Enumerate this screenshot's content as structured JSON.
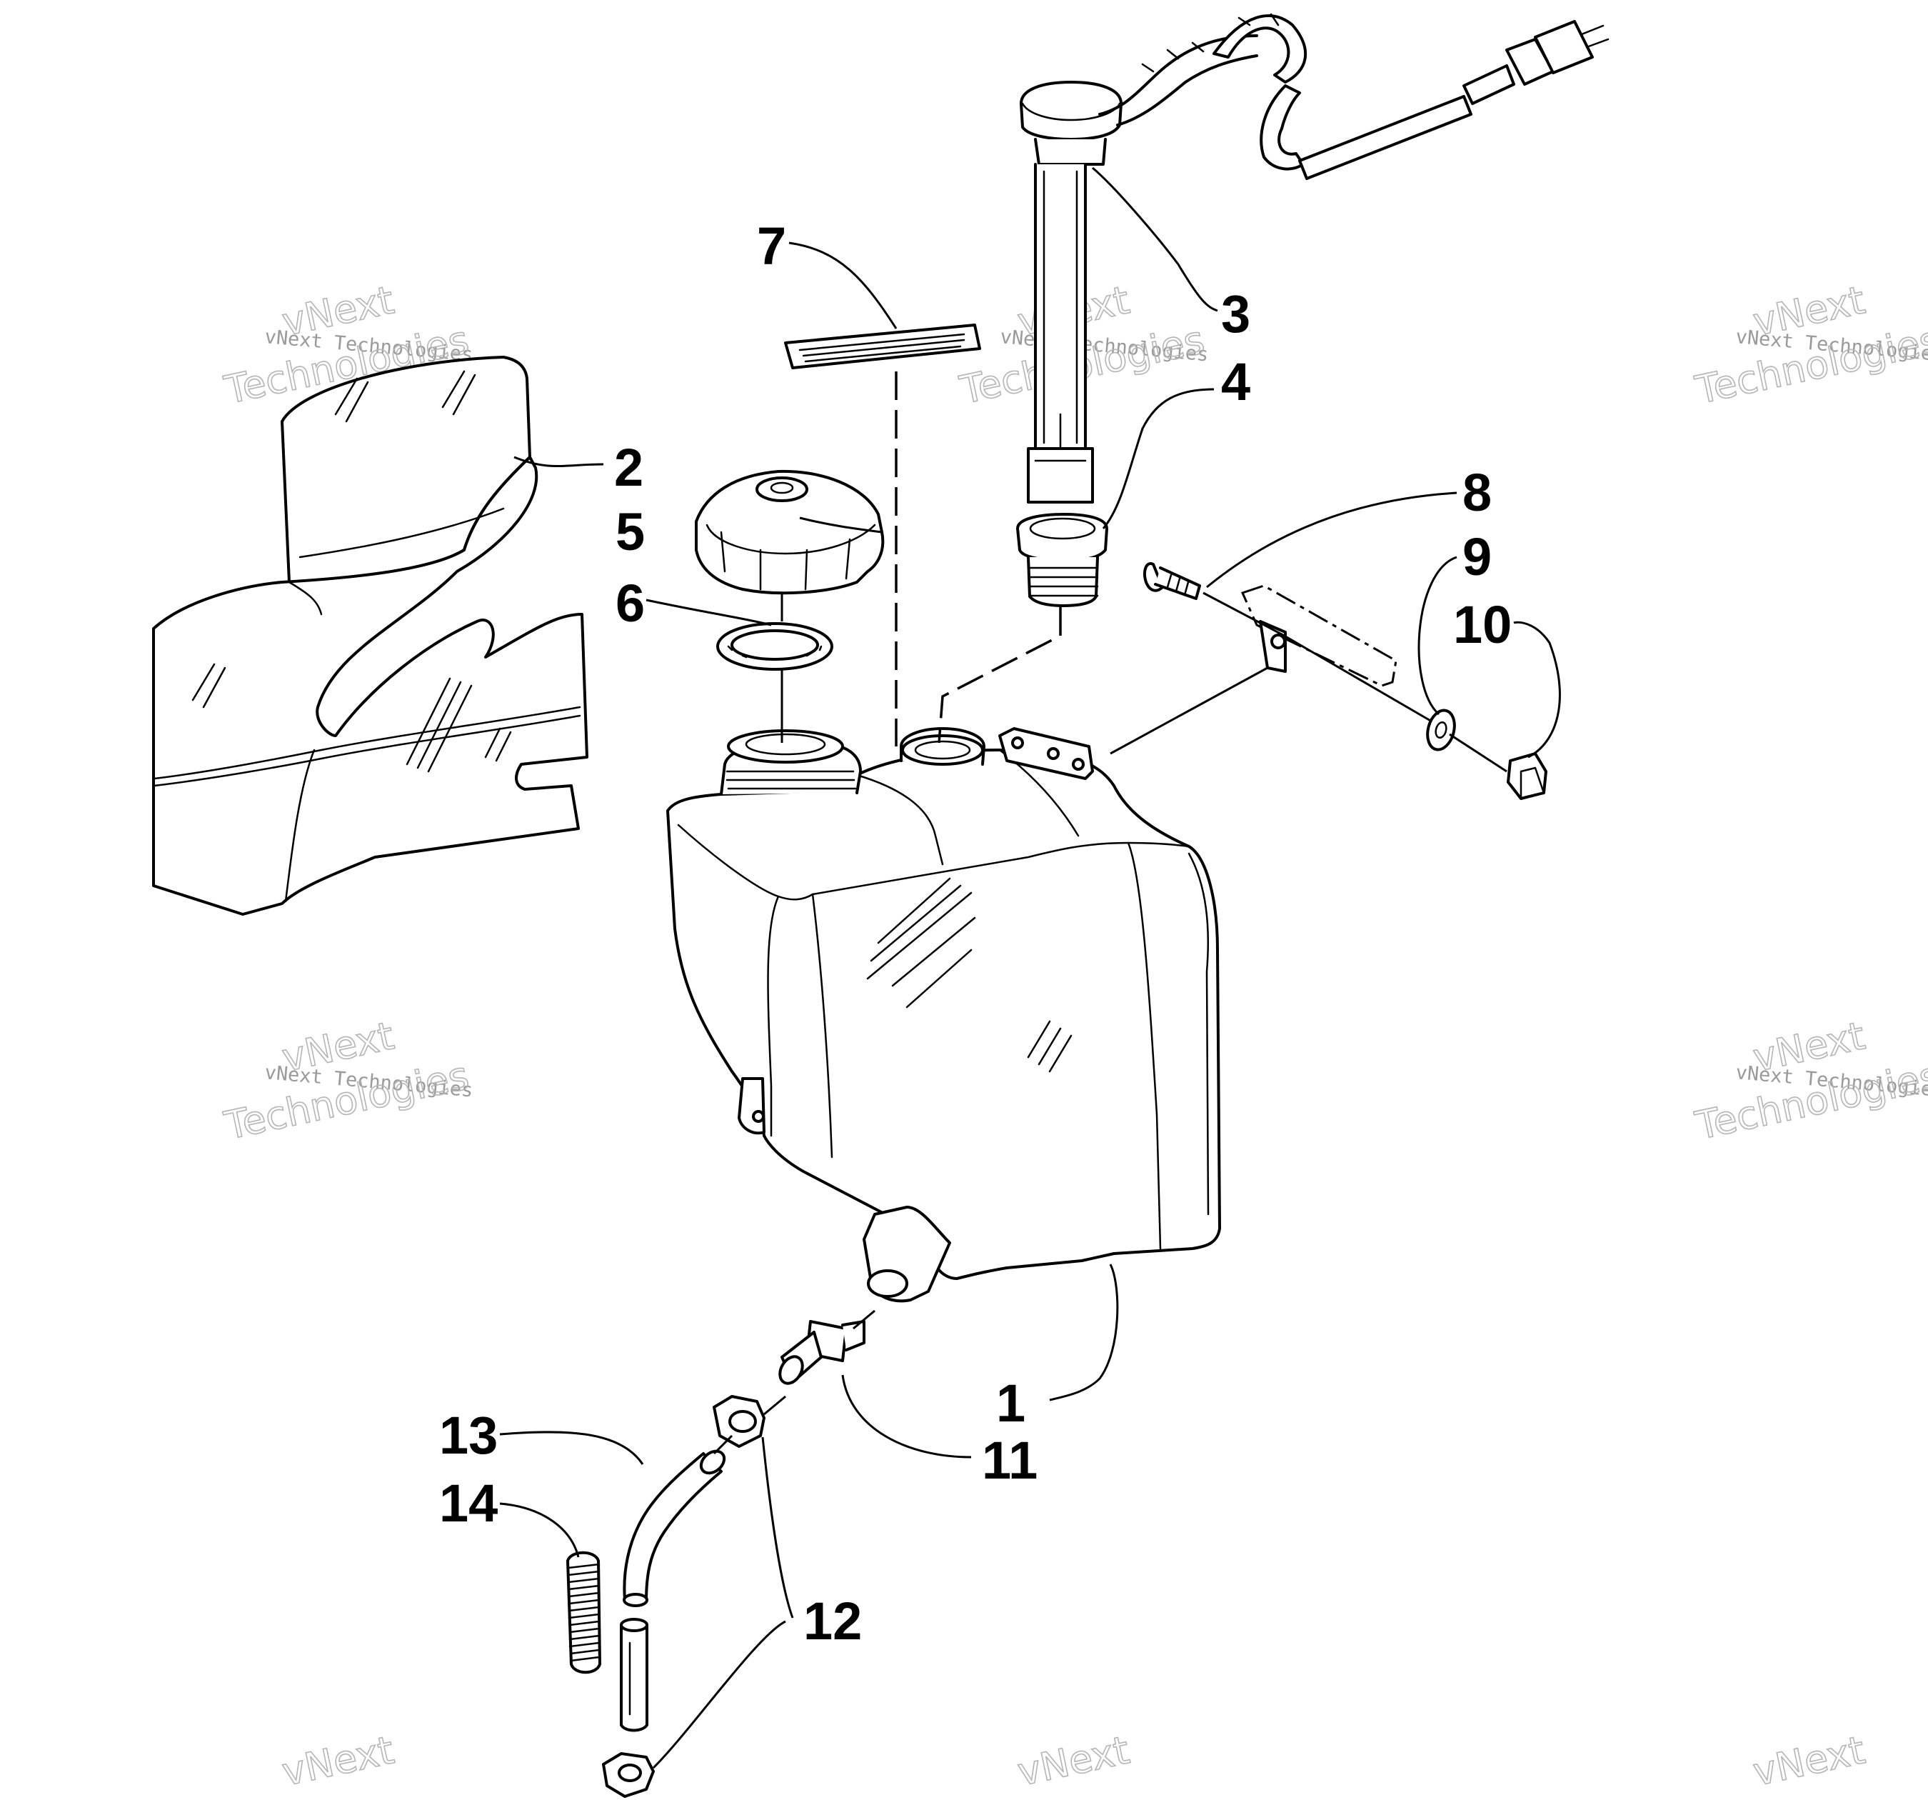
{
  "callouts": [
    {
      "id": "1",
      "label": "1"
    },
    {
      "id": "2",
      "label": "2"
    },
    {
      "id": "3",
      "label": "3"
    },
    {
      "id": "4",
      "label": "4"
    },
    {
      "id": "5",
      "label": "5"
    },
    {
      "id": "6",
      "label": "6"
    },
    {
      "id": "7",
      "label": "7"
    },
    {
      "id": "8",
      "label": "8"
    },
    {
      "id": "9",
      "label": "9"
    },
    {
      "id": "10",
      "label": "10"
    },
    {
      "id": "11",
      "label": "11"
    },
    {
      "id": "12",
      "label": "12"
    },
    {
      "id": "13",
      "label": "13"
    },
    {
      "id": "14",
      "label": "14"
    }
  ],
  "watermark": {
    "line1": "vNext",
    "line2": "Technologies",
    "small": "vNext Technologies"
  },
  "colors": {
    "ink": "#000000",
    "watermark": "#9a9a9a",
    "paper": "#ffffff"
  }
}
